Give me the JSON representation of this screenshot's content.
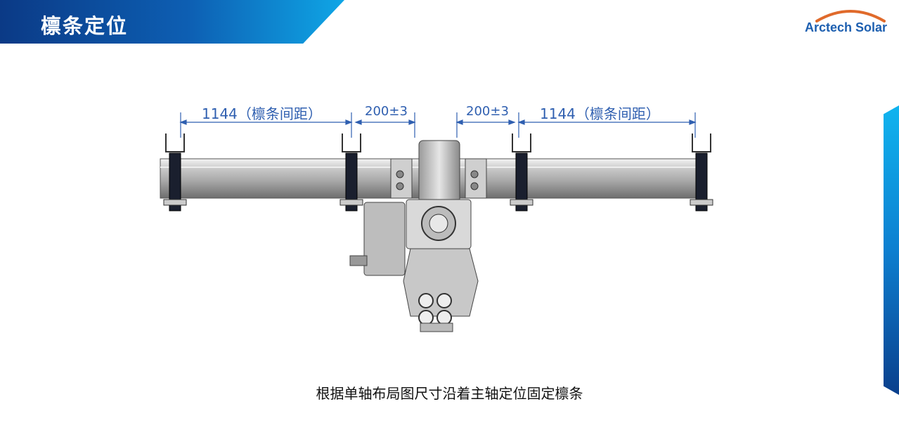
{
  "header": {
    "title": "檩条定位"
  },
  "brand": {
    "logo_text": "Arctech Solar",
    "accent": "#1d5fb0",
    "arc_color": "#e06a2b"
  },
  "dimensions": {
    "left_spacing": "1144（檩条间距）",
    "left_offset": "200±3",
    "right_offset": "200±3",
    "right_spacing": "1144（檩条间距）",
    "line_color": "#2f5fb0"
  },
  "caption": "根据单轴布局图尺寸沿着主轴定位固定檩条"
}
